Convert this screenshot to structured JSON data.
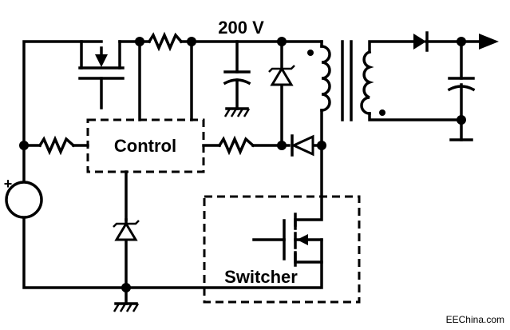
{
  "diagram": {
    "voltage_label": "200 V",
    "control_label": "Control",
    "switcher_label": "Switcher",
    "source_polarity": "+",
    "watermark": "EEChina.com"
  }
}
